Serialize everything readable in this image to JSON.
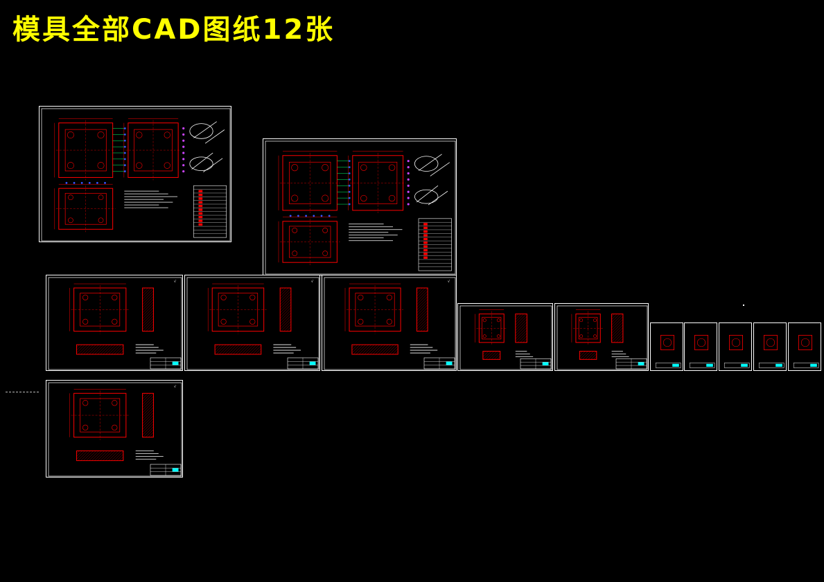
{
  "header": {
    "title": "模具全部CAD图纸12张"
  },
  "palette": {
    "background": "#000000",
    "title": "#ffff00",
    "frame": "#ffffff",
    "part": "#ff0000",
    "dimension": "#3355ff",
    "balloon": "#cc44ff",
    "leader": "#00ff66",
    "tableAccent": "#00ffff"
  },
  "sheets": [
    {
      "id": "assembly-1",
      "kind": "assembly"
    },
    {
      "id": "assembly-2",
      "kind": "assembly"
    },
    {
      "id": "plate-1",
      "kind": "plate"
    },
    {
      "id": "plate-2",
      "kind": "plate"
    },
    {
      "id": "plate-3",
      "kind": "plate"
    },
    {
      "id": "part-1",
      "kind": "part"
    },
    {
      "id": "part-2",
      "kind": "part"
    },
    {
      "id": "small-1",
      "kind": "small"
    },
    {
      "id": "small-2",
      "kind": "small"
    },
    {
      "id": "small-3",
      "kind": "small"
    },
    {
      "id": "small-4",
      "kind": "small"
    },
    {
      "id": "small-5",
      "kind": "small"
    },
    {
      "id": "plate-4",
      "kind": "plate"
    }
  ]
}
